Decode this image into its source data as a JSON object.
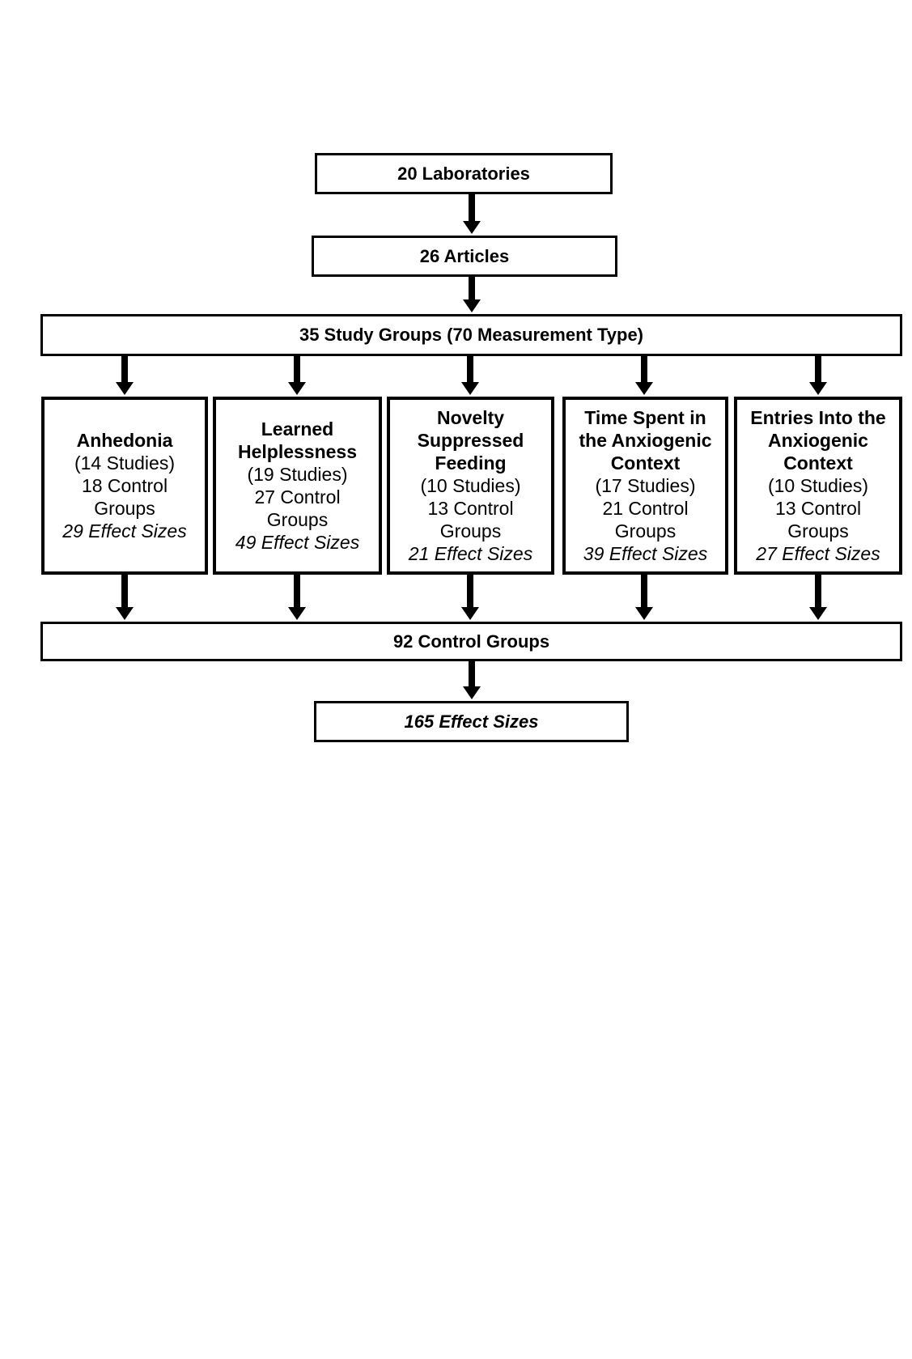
{
  "flow": {
    "laboratories": "20 Laboratories",
    "articles": "26 Articles",
    "study_groups": "35 Study Groups (70 Measurement Type)",
    "control_groups": "92 Control Groups",
    "effect_sizes": "165 Effect Sizes"
  },
  "categories": [
    {
      "title": "Anhedonia",
      "studies": "(14 Studies)",
      "control": "18 Control\nGroups",
      "effect": "29 Effect Sizes"
    },
    {
      "title": "Learned\nHelplessness",
      "studies": "(19 Studies)",
      "control": "27 Control\nGroups",
      "effect": "49 Effect Sizes"
    },
    {
      "title": "Novelty\nSuppressed\nFeeding",
      "studies": "(10 Studies)",
      "control": "13 Control\nGroups",
      "effect": "21 Effect Sizes"
    },
    {
      "title": "Time Spent in\nthe Anxiogenic\nContext",
      "studies": "(17 Studies)",
      "control": "21 Control\nGroups",
      "effect": "39 Effect Sizes"
    },
    {
      "title": "Entries Into the\nAnxiogenic\nContext",
      "studies": "(10 Studies)",
      "control": "13 Control\nGroups",
      "effect": "27 Effect Sizes"
    }
  ],
  "colors": {
    "line": "#000000",
    "background": "#ffffff"
  }
}
